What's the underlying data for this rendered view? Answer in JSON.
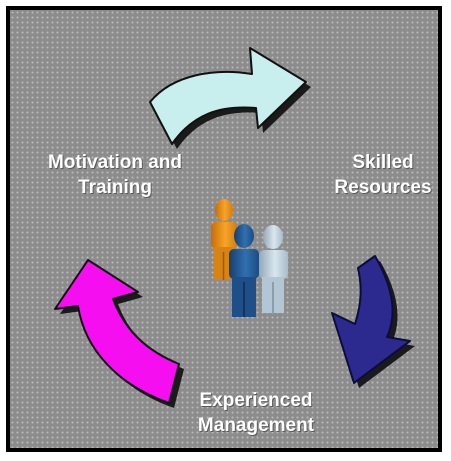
{
  "labels": {
    "motivation": "Motivation and\nTraining",
    "skilled": "Skilled\nResources",
    "management": "Experienced\nManagement"
  },
  "icons": {
    "arrow_top": "curved-arrow-right-icon",
    "arrow_right": "curved-arrow-down-icon",
    "arrow_left": "curved-arrow-up-icon",
    "people": "people-group-icon"
  },
  "colors": {
    "background": "#8c8c8c",
    "arrow_top": "#c9eeee",
    "arrow_right": "#2c2a8e",
    "arrow_left": "#f40ef0",
    "person_orange": "#f39a1e",
    "person_blue": "#235a95",
    "person_light": "#c4d6e2"
  }
}
